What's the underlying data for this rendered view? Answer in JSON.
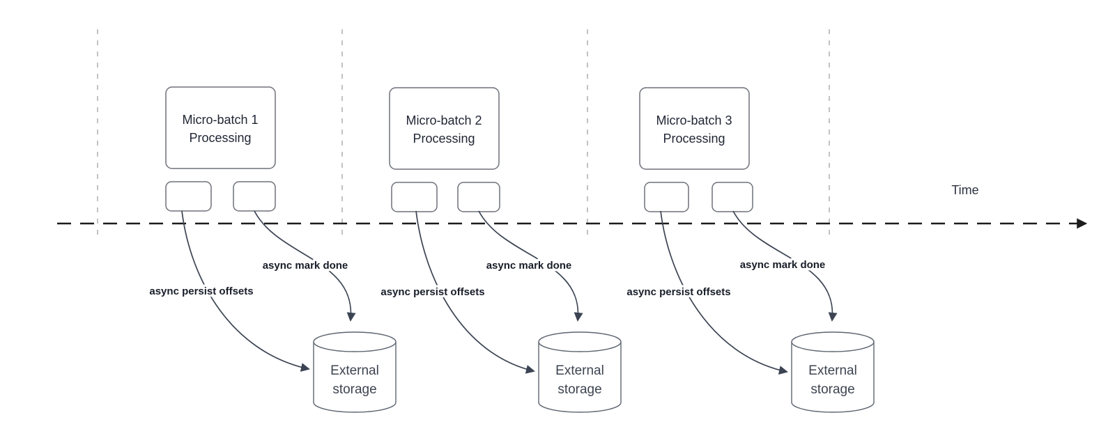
{
  "diagram": {
    "time_label": "Time",
    "batches": [
      {
        "title_line1": "Micro-batch 1",
        "title_line2": "Processing",
        "persist_label": "async persist offsets",
        "done_label": "async mark done",
        "storage_line1": "External",
        "storage_line2": "storage"
      },
      {
        "title_line1": "Micro-batch 2",
        "title_line2": "Processing",
        "persist_label": "async persist offsets",
        "done_label": "async mark done",
        "storage_line1": "External",
        "storage_line2": "storage"
      },
      {
        "title_line1": "Micro-batch 3",
        "title_line2": "Processing",
        "persist_label": "async persist offsets",
        "done_label": "async mark done",
        "storage_line1": "External",
        "storage_line2": "storage"
      }
    ]
  },
  "colors": {
    "text": "#1f2533",
    "flow_line": "#3c4453",
    "timeline": "#1c1c1e",
    "guide_line": "#b3b3b8",
    "box_border": "#6e717a",
    "background": "#ffffff"
  }
}
